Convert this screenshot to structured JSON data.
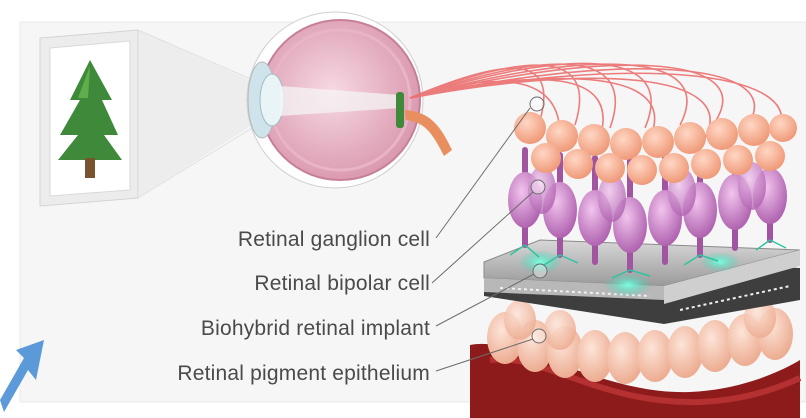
{
  "labels": {
    "ganglion": "Retinal ganglion cell",
    "bipolar": "Retinal bipolar cell",
    "implant": "Biohybrid retinal implant",
    "pigment": "Retinal pigment epithelium"
  },
  "colors": {
    "ganglion": "#f4a98a",
    "bipolar": "#c27bbf",
    "implant": "#3e3e3e",
    "pigment": "#f2b9a2",
    "blood": "#8e1b1b",
    "axons": "#ec6f6f",
    "glow": "#2ed3b0",
    "tree": "#3f8a3a",
    "arrow": "#4a8fd6"
  },
  "icons": {
    "picture": "tree-picture-icon",
    "eye": "eye-cross-section-icon",
    "arrow": "arrow-icon"
  }
}
